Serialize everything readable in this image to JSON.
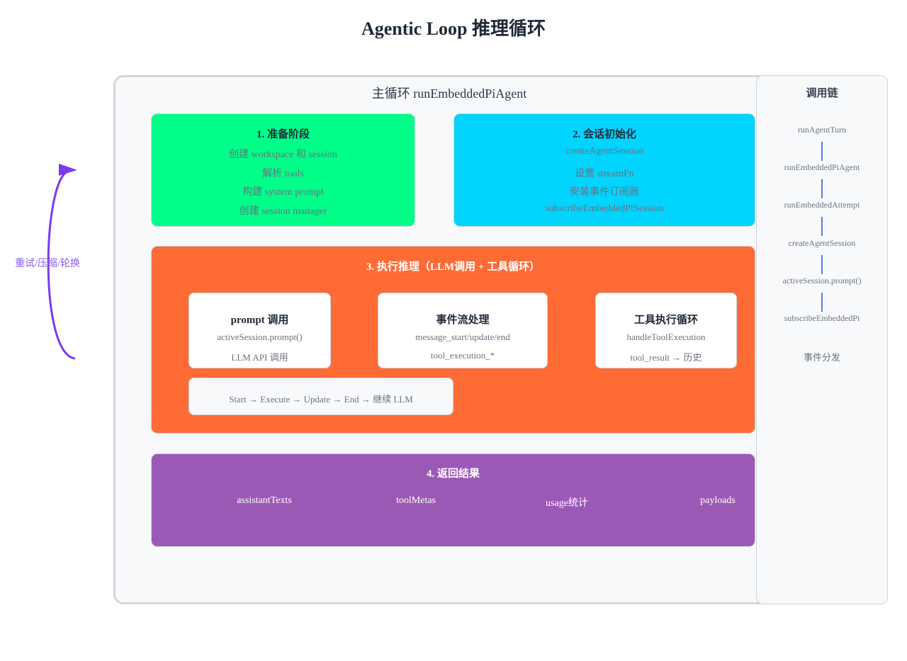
{
  "title": "Agentic Loop 推理循环",
  "main": {
    "title": "主循环 runEmbeddedPiAgent"
  },
  "stage1": {
    "title": "1. 准备阶段",
    "lines": [
      "创建 workspace 和 session",
      "解析 tools",
      "构建 system prompt",
      "创建 session manager"
    ],
    "color": "#00ff88"
  },
  "stage2": {
    "title": "2. 会话初始化",
    "lines": [
      "createAgentSession",
      "设置 streamFn",
      "安装事件订阅器",
      "subscribeEmbeddedPiSession"
    ],
    "color": "#00d4ff"
  },
  "stage3": {
    "title": "3. 执行推理（LLM调用 + 工具循环）",
    "color": "#ff6b35",
    "cards": [
      {
        "title": "prompt 调用",
        "lines": [
          "activeSession.prompt()",
          "LLM API 调用"
        ]
      },
      {
        "title": "事件流处理",
        "lines": [
          "message_start/update/end",
          "tool_execution_*"
        ]
      },
      {
        "title": "工具执行循环",
        "lines": [
          "handleToolExecution",
          "tool_result → 历史"
        ]
      }
    ],
    "flow": "Start → Execute → Update → End → 继续 LLM"
  },
  "stage4": {
    "title": "4. 返回结果",
    "items": [
      "assistantTexts",
      "toolMetas",
      "usage统计",
      "payloads"
    ],
    "color": "#9b59b6"
  },
  "loop_label": "重试/压缩/轮换",
  "callchain": {
    "title": "调用链",
    "items": [
      "runAgentTurn",
      "runEmbeddedPiAgent",
      "runEmbeddedAttempt",
      "createAgentSession",
      "activeSession.prompt()",
      "subscribeEmbeddedPi",
      "事件分发"
    ]
  }
}
